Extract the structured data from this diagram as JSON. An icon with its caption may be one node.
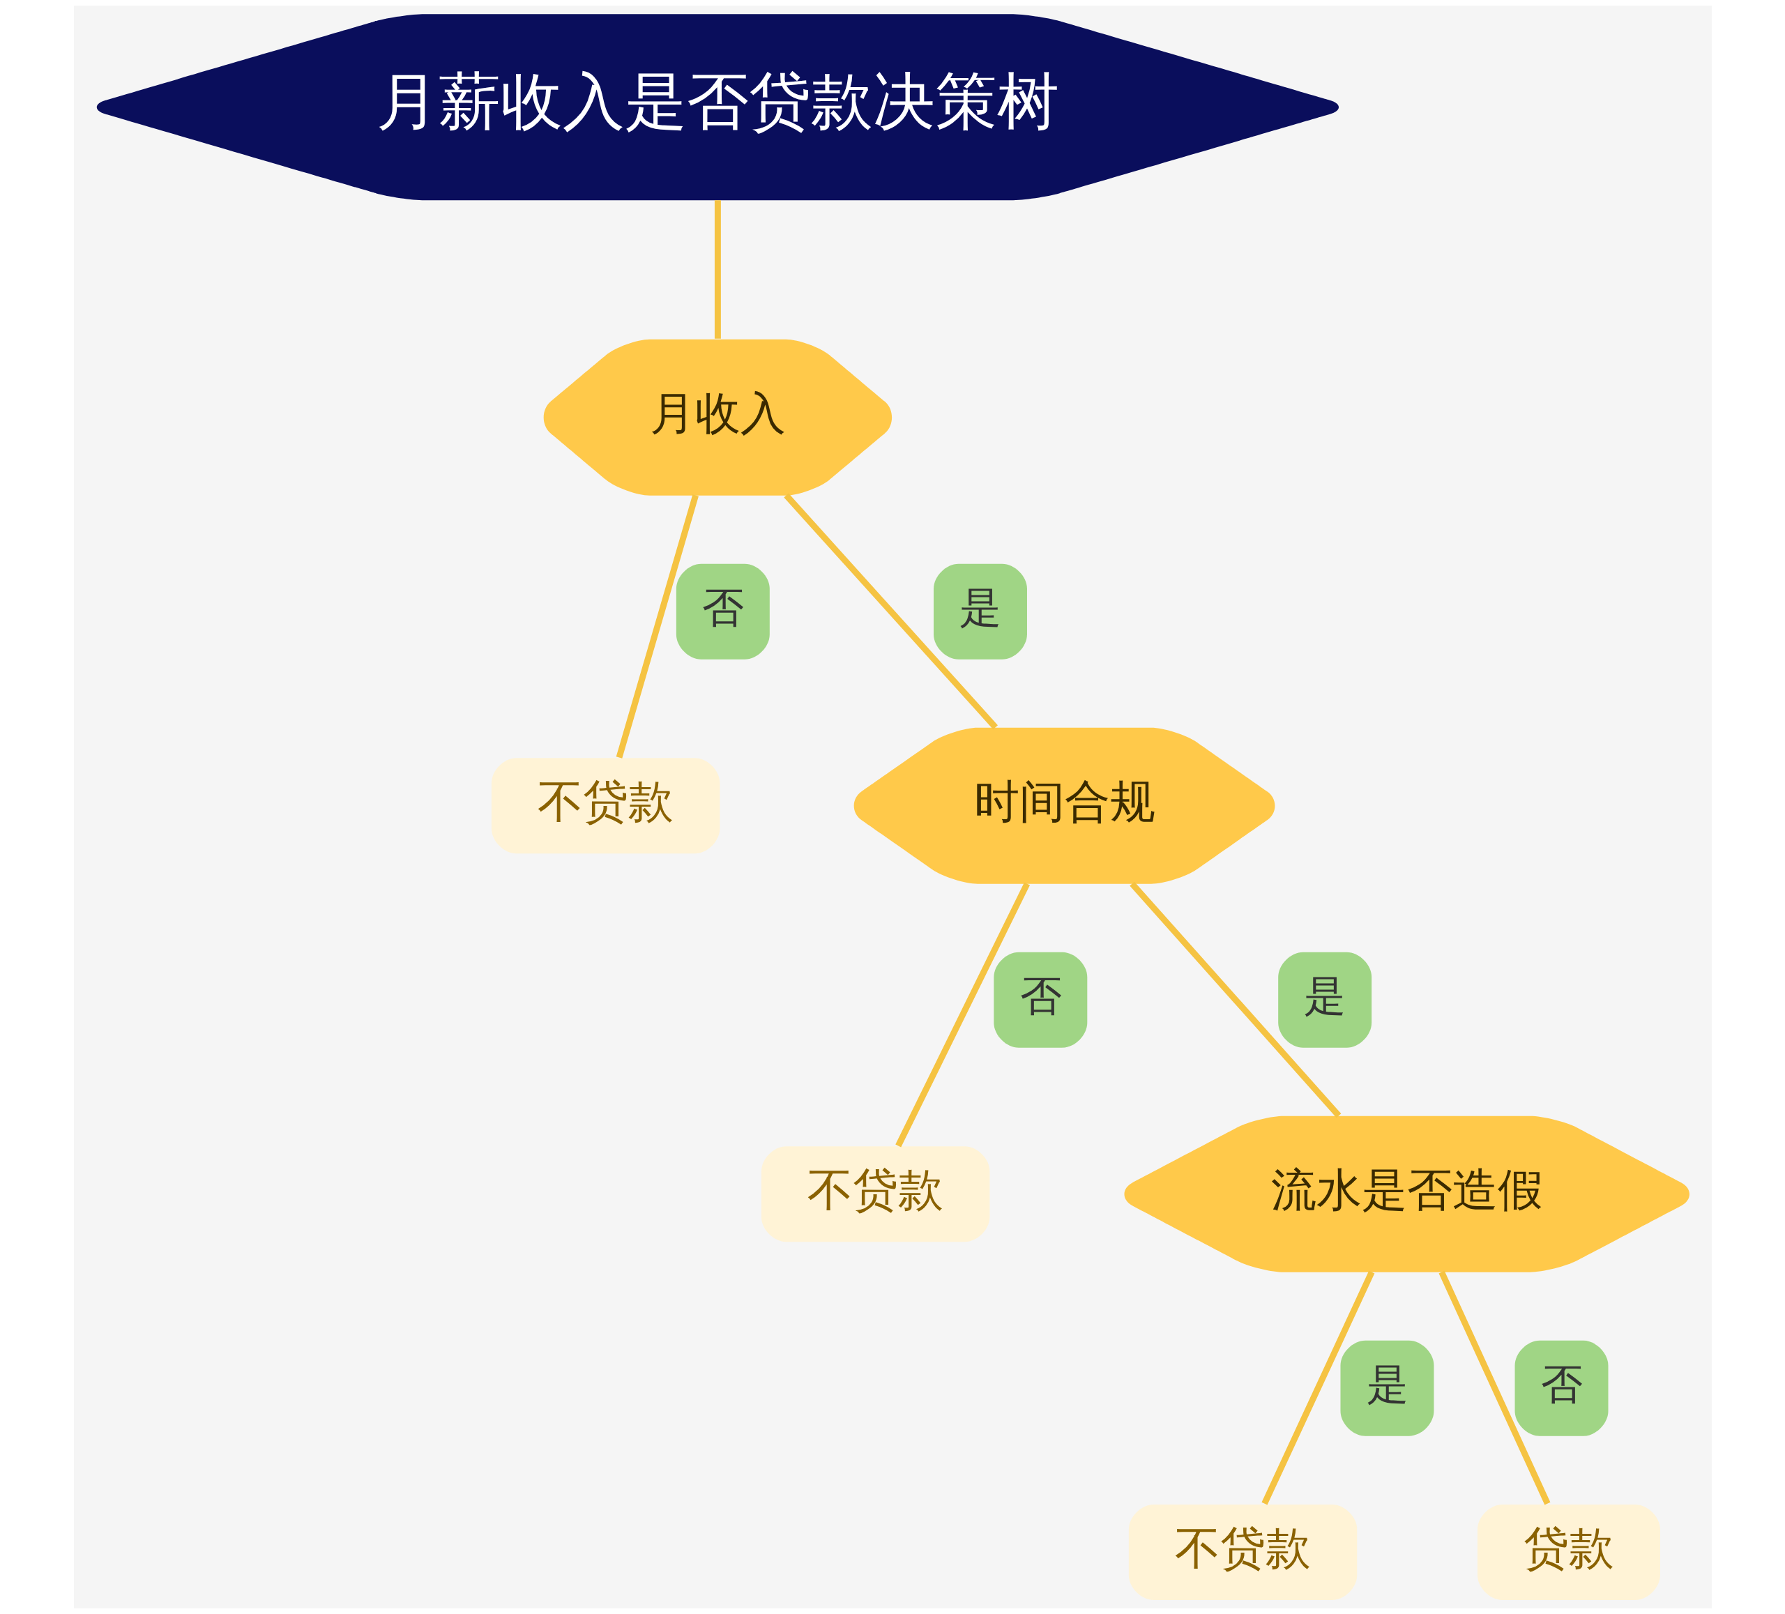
{
  "diagram": {
    "nodes": [
      {
        "text": [
          "月薪收入是否贷款决策树"
        ]
      },
      {
        "text": [
          "月收入"
        ]
      },
      {
        "text": [
          "不贷款"
        ]
      },
      {
        "text": [
          "时间合规"
        ]
      },
      {
        "text": [
          "不贷款"
        ]
      },
      {
        "text": [
          "流水是否造假"
        ]
      },
      {
        "text": [
          "不贷款"
        ]
      },
      {
        "text": [
          "贷款"
        ]
      }
    ],
    "edges": [
      {
        "from": 0,
        "to": 1,
        "arrow": "none"
      },
      {
        "from": 1,
        "to": 2,
        "arrow": "none",
        "label": "否"
      },
      {
        "from": 1,
        "to": 3,
        "arrow": "none",
        "label": "是"
      },
      {
        "from": 3,
        "to": 4,
        "arrow": "none",
        "label": "否"
      },
      {
        "from": 3,
        "to": 5,
        "arrow": "none",
        "label": "是"
      },
      {
        "from": 5,
        "to": 6,
        "arrow": "none",
        "label": "是"
      },
      {
        "from": 5,
        "to": 7,
        "arrow": "none",
        "label": "否"
      }
    ]
  }
}
